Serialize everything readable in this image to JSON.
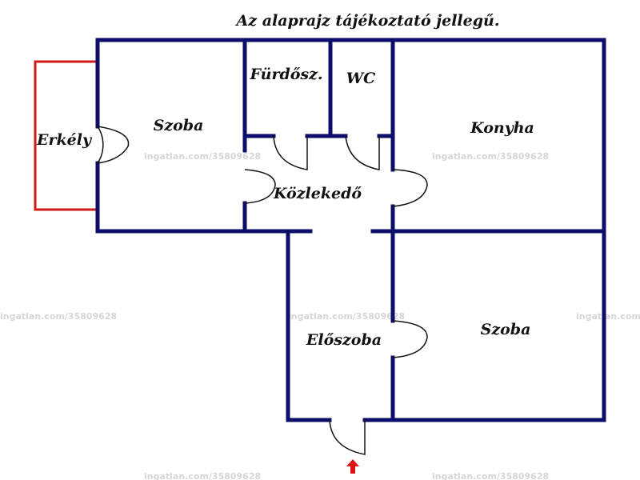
{
  "title": "Az alaprajz tájékoztató jellegű.",
  "rooms": {
    "erkely": "Erkély",
    "szoba_left": "Szoba",
    "furdoszoba": "Fürdősz.",
    "wc": "WC",
    "konyha": "Konyha",
    "kozlekedo": "Közlekedő",
    "eloszoba": "Előszoba",
    "szoba_right": "Szoba"
  },
  "watermark": "ingatlan.com/35809628",
  "colors": {
    "wall": "#0d0d6b",
    "balcony": "#d21919",
    "entrance_arrow": "#e01010"
  },
  "icons": {
    "entrance": "up-arrow-icon"
  }
}
